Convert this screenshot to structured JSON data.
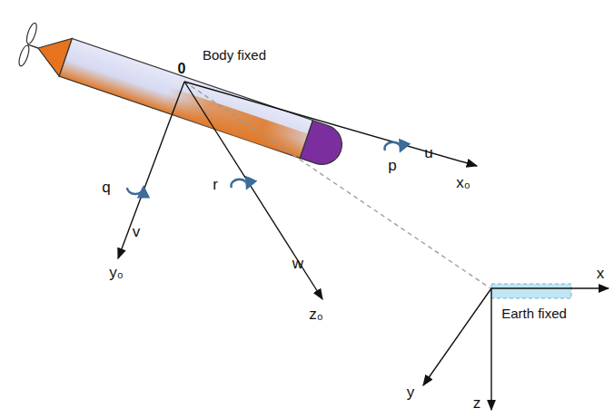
{
  "diagram": {
    "labels": [
      "Body fixed",
      "0",
      "u",
      "p",
      "x₀",
      "q",
      "r",
      "v",
      "w",
      "y₀",
      "z₀",
      "x",
      "Earth fixed",
      "y",
      "z"
    ]
  }
}
